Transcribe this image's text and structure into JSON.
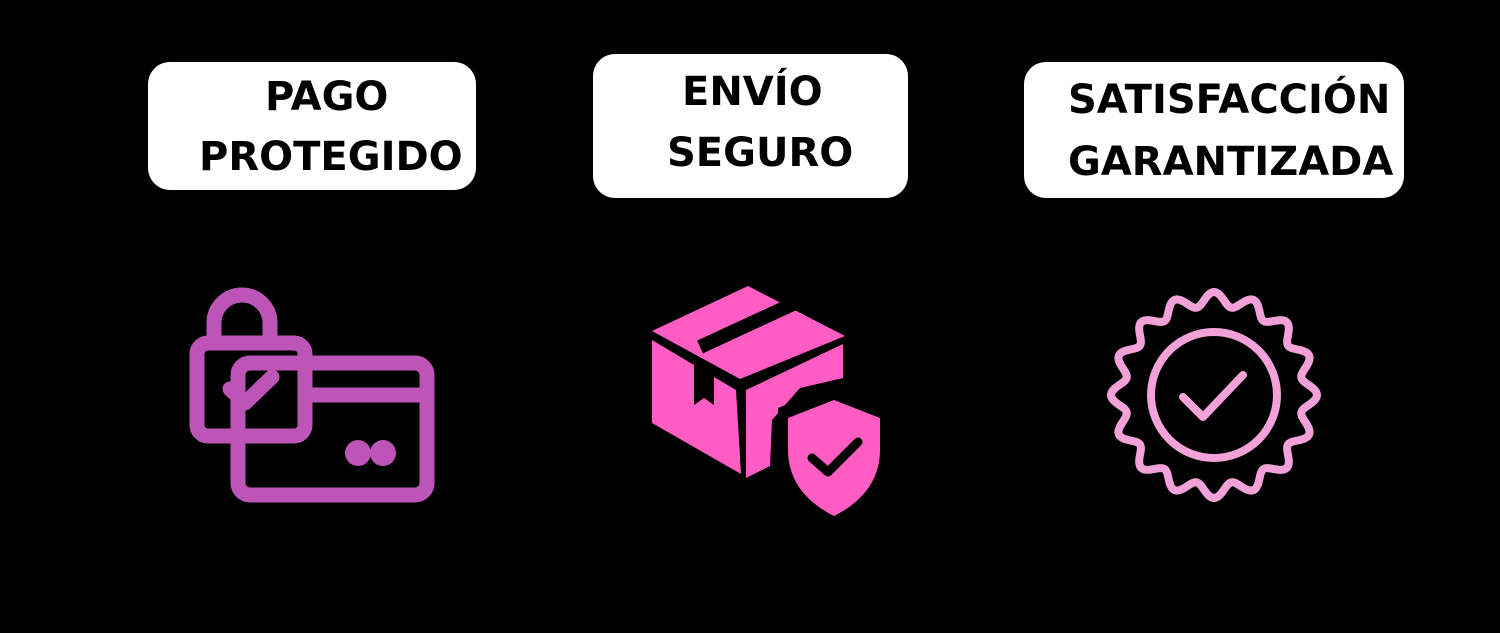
{
  "badges": [
    {
      "line1": "PAGO",
      "line2": "PROTEGIDO",
      "icon": "lock-card-icon",
      "color": "#bd55b8"
    },
    {
      "line1": "ENVÍO",
      "line2": "SEGURO",
      "icon": "package-shield-icon",
      "color": "#ff5cc4"
    },
    {
      "line1": "SATISFACCIÓN",
      "line2": "GARANTIZADA",
      "icon": "quality-seal-icon",
      "color": "#f2a2d8"
    }
  ],
  "colors": {
    "background": "#000000",
    "label_background": "#ffffff",
    "label_text": "#000000"
  }
}
